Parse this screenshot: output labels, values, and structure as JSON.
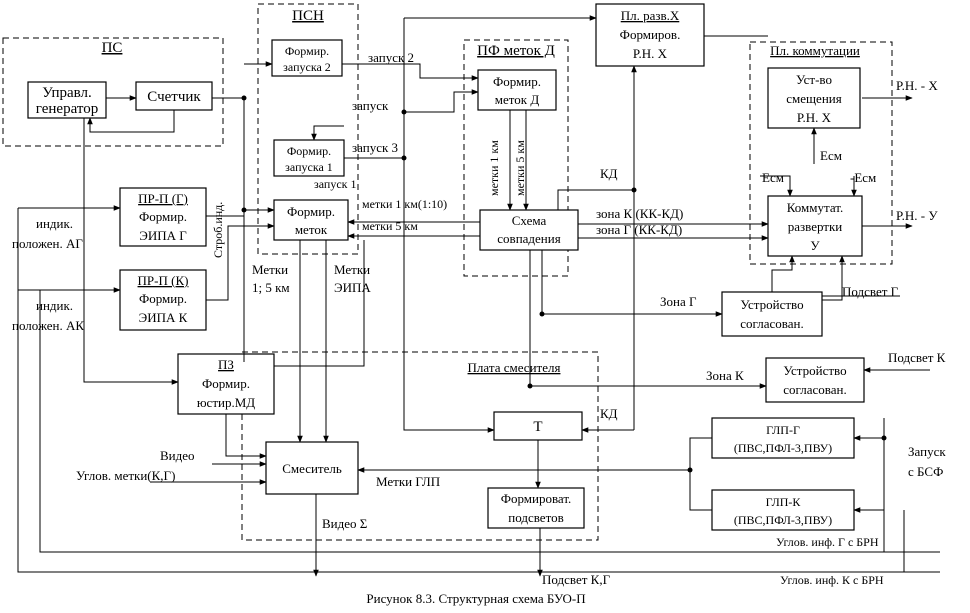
{
  "groups": {
    "ps": "ПС",
    "psn": "ПСН",
    "pf": "ПФ меток Д",
    "pl_komm": "Пл. коммутации",
    "mix": "Плата смесителя"
  },
  "blocks": {
    "gen": [
      "Управл.",
      "генератор"
    ],
    "cnt": [
      "Счетчик"
    ],
    "fz2": [
      "Формир.",
      "запуска 2"
    ],
    "fz1": [
      "Формир.",
      "запуска 1"
    ],
    "fm": [
      "Формир.",
      "меток"
    ],
    "fmd": [
      "Формир.",
      "меток Д"
    ],
    "prg": [
      "ПР-П (Г)",
      "Формир.",
      "ЭИПА Г"
    ],
    "prk": [
      "ПР-П (К)",
      "Формир.",
      "ЭИПА К"
    ],
    "sc": [
      "Схема",
      "совпадения"
    ],
    "plr": [
      "Пл. разв.Х",
      "Формиров.",
      "Р.Н.    Х"
    ],
    "us": [
      "Уст-во",
      "смещения",
      "Р.Н.    Х"
    ],
    "kr": [
      "Коммутат.",
      "развертки",
      "У"
    ],
    "usg": [
      "Устройство",
      "согласован."
    ],
    "usk": [
      "Устройство",
      "согласован."
    ],
    "pz": [
      "ПЗ",
      "Формир.",
      "юстир.МД"
    ],
    "mixer": [
      "Смеситель"
    ],
    "t": [
      "Т"
    ],
    "fp": [
      "Формироват.",
      "подсветов"
    ],
    "glpg": [
      "ГЛП-Г",
      "(ПВС,ПФЛ-3,ПВУ)"
    ],
    "glpk": [
      "ГЛП-К",
      "(ПВС,ПФЛ-3,ПВУ)"
    ]
  },
  "labels": {
    "z2": "запуск 2",
    "z_mid": "запуск",
    "z3": "запуск 3",
    "z1": "запуск 1",
    "m1km": "метки 1 км(1:10)",
    "m5km": "метки 5 км",
    "kd_top": "КД",
    "zk": "зона К (КК-КД)",
    "zg": "зона Г (КК-КД)",
    "rnx": "Р.Н. - Х",
    "rny": "Р.Н. - У",
    "esm_top": "Есм",
    "esm_l": "Есм",
    "esm_r": "-Есм",
    "ind1a": "индик.",
    "ind1b": "положен. АГ",
    "ind2a": "индик.",
    "ind2b": "положен. АК",
    "strob": "Строб.инд.",
    "metki15a": "Метки",
    "metki15b": "1; 5 км",
    "metkiEa": "Метки",
    "metkiEb": "ЭИПА",
    "mk1": "метки 1 км",
    "mk5": "метки 5 км",
    "zona_g": "Зона Г",
    "zona_k": "Зона К",
    "podsv_g": "Подсвет Г",
    "podsv_k": "Подсвет К",
    "kd_low": "КД",
    "video": "Видео",
    "ugl": "Углов. метки(К,Г)",
    "metki_glp": "Метки ГЛП",
    "video_sum": "Видео  Σ",
    "zapusk": "Запуск",
    "sbsf": "с БСФ",
    "ugl_g": "Углов. инф. Г с БРН",
    "ugl_k": "Углов. инф. К с БРН",
    "podsv_kg": "Подсвет К,Г"
  },
  "caption": "Рисунок 8.3. Структурная схема БУО-П"
}
